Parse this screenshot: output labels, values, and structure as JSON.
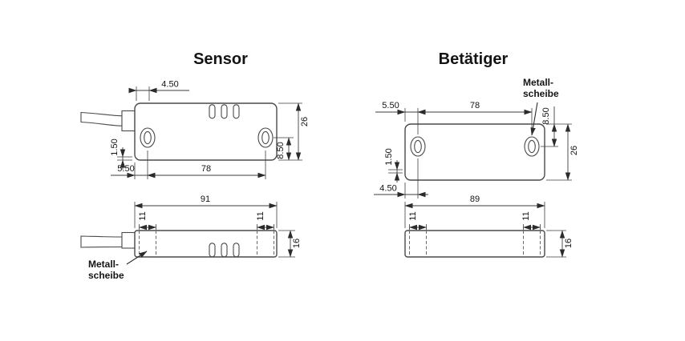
{
  "palette": {
    "background": "#ffffff",
    "ink": "#3e3e3e"
  },
  "sensor": {
    "title": "Sensor",
    "metal_washer_label": {
      "line1": "Metall-",
      "line2": "scheibe"
    },
    "top_view": {
      "offset_top": "4.50",
      "edge_to_hole": "5.50",
      "hole_spacing": "78",
      "height": "26",
      "hole_offset": "8.50",
      "washer_offset": "1.50"
    },
    "side_view": {
      "length": "91",
      "washer_dia_left": "11",
      "washer_dia_right": "11",
      "thickness": "16"
    }
  },
  "actuator": {
    "title": "Betätiger",
    "metal_washer_label": {
      "line1": "Metall-",
      "line2": "scheibe"
    },
    "top_view": {
      "edge_to_hole": "5.50",
      "hole_spacing": "78",
      "hole_offset": "8.50",
      "height": "26",
      "washer_offset": "1.50",
      "offset_bottom": "4.50"
    },
    "side_view": {
      "length": "89",
      "washer_dia_left": "11",
      "washer_dia_right": "11",
      "thickness": "16"
    }
  }
}
